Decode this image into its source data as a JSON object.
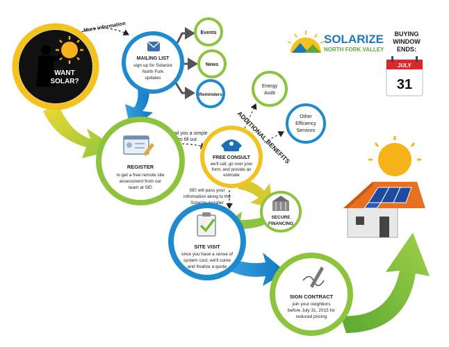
{
  "want_solar": {
    "label_line1": "WANT",
    "label_line2": "SOLAR?"
  },
  "more_information": "More information",
  "mailing_list": {
    "title": "MAILING LIST",
    "lines": [
      "sign up for Solarize",
      "North Fork",
      "updates"
    ]
  },
  "mailing_options": [
    "Events",
    "News",
    "Reminders"
  ],
  "brand": {
    "name": "SOLARIZE",
    "subtitle": "NORTH FORK VALLEY",
    "color_name": "#1e78b4",
    "color_sub": "#5ea83a"
  },
  "buying_window": {
    "lines": [
      "BUYING",
      "WINDOW",
      "ENDS:"
    ],
    "month": "JULY",
    "day": "31"
  },
  "register": {
    "title": "REGISTER",
    "lines": [
      "to get a free remote site",
      "assessment from our",
      "team at SEI"
    ]
  },
  "email_note": {
    "lines": [
      "we'll email you a simple",
      "form to fill out"
    ]
  },
  "free_consult": {
    "title": "FREE CONSULT",
    "lines": [
      "we'll call, go over your",
      "form, and provide an",
      "estimate"
    ]
  },
  "additional_benefits": "ADDITIONAL BENEFITS",
  "benefits": [
    {
      "lines": [
        "Energy",
        "Audit"
      ]
    },
    {
      "lines": [
        "Other",
        "Efficiency",
        "Services"
      ]
    }
  ],
  "secure_financing": {
    "lines": [
      "SECURE",
      "FINANCING"
    ]
  },
  "sei_note": {
    "lines": [
      "SEI will pass your",
      "information along to the",
      "Solarize installer"
    ]
  },
  "site_visit": {
    "title": "SITE VISIT",
    "lines": [
      "once you have a sense of",
      "system cost, we'll come",
      "and finalize a quote"
    ]
  },
  "sign_contract": {
    "title": "SIGN CONTRACT",
    "lines": [
      "join your neighbors",
      "before July 31, 2015 for",
      "reduced pricing"
    ]
  },
  "colors": {
    "yellow": "#f4c21f",
    "green": "#8cc43f",
    "blue": "#1e8ad0",
    "arrow_yellow": "#e3d335",
    "arrow_green": "#6fb83a",
    "arrow_blue": "#1a8bcf",
    "calendar_red": "#d8282c"
  }
}
